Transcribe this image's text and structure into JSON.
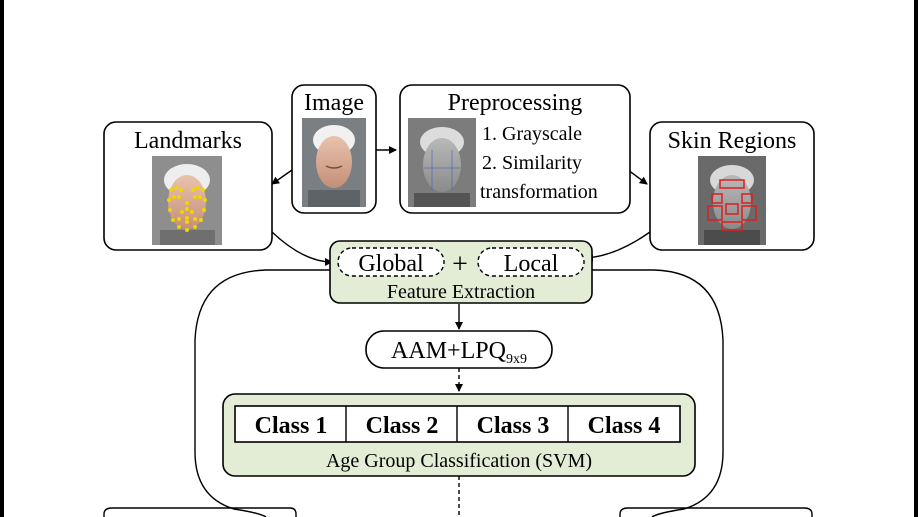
{
  "diagram": {
    "landmarks": {
      "title": "Landmarks",
      "thumbnail": "face-with-landmark-points"
    },
    "image": {
      "title": "Image",
      "thumbnail": "face-photo"
    },
    "preprocessing": {
      "title": "Preprocessing",
      "steps": [
        "1. Grayscale",
        "2. Similarity",
        "transformation"
      ],
      "thumbnail": "aligned-grayscale-face"
    },
    "skin_regions": {
      "title": "Skin Regions",
      "thumbnail": "face-with-skin-region-boxes"
    },
    "feature_extraction": {
      "global": "Global",
      "plus": "+",
      "local": "Local",
      "caption": "Feature Extraction"
    },
    "features": {
      "base": "AAM+LPQ",
      "subscript": "9x9"
    },
    "classification": {
      "classes": [
        "Class 1",
        "Class 2",
        "Class 3",
        "Class 4"
      ],
      "caption": "Age Group Classification (SVM)"
    },
    "colors": {
      "panel_green": "#e3ecd4",
      "landmark_yellow": "#f2d400",
      "region_red": "#d92020",
      "frame_black": "#000000"
    }
  }
}
